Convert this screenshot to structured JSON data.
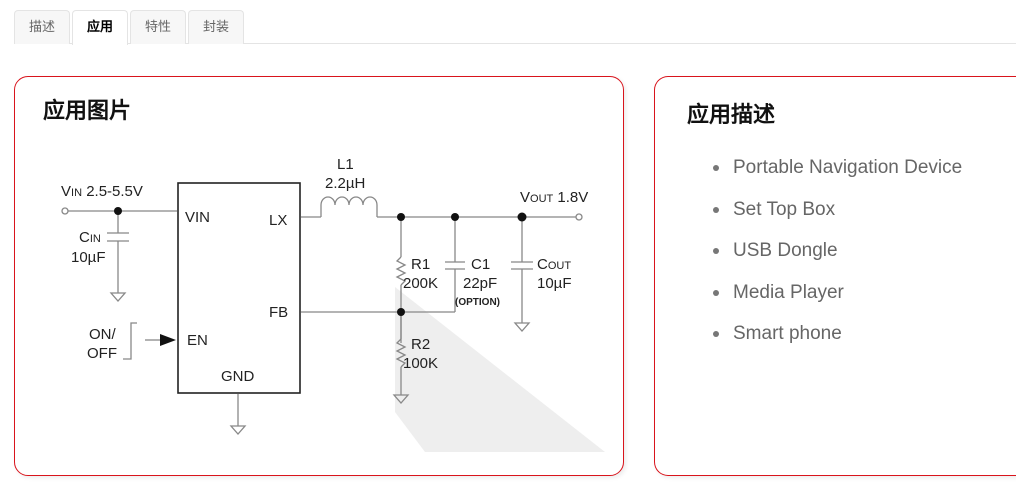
{
  "tabs": [
    {
      "label": "描述",
      "active": false
    },
    {
      "label": "应用",
      "active": true
    },
    {
      "label": "特性",
      "active": false
    },
    {
      "label": "封装",
      "active": false
    }
  ],
  "left_panel": {
    "title": "应用图片",
    "schematic": {
      "vin_label": "V",
      "vin_sub": "IN",
      "vin_value": "2.5-5.5V",
      "cin_label": "C",
      "cin_sub": "IN",
      "cin_value": "10µF",
      "ic_pins": {
        "vin": "VIN",
        "lx": "LX",
        "fb": "FB",
        "en": "EN",
        "gnd": "GND"
      },
      "on_off_1": "ON/",
      "on_off_2": "OFF",
      "l1_label": "L1",
      "l1_value": "2.2µH",
      "vout_label": "V",
      "vout_sub": "OUT",
      "vout_value": "1.8V",
      "r1_label": "R1",
      "r1_value": "200K",
      "c1_label": "C1",
      "c1_value": "22pF",
      "c1_note": "(OPTION)",
      "cout_label": "C",
      "cout_sub": "OUT",
      "cout_value": "10µF",
      "r2_label": "R2",
      "r2_value": "100K"
    }
  },
  "right_panel": {
    "title": "应用描述",
    "applications": [
      "Portable Navigation Device",
      "Set Top Box",
      "USB Dongle",
      "Media Player",
      "Smart phone"
    ]
  },
  "colors": {
    "accent_border": "#d9141c",
    "tab_border": "#e4e4e4",
    "list_text": "#666666"
  }
}
